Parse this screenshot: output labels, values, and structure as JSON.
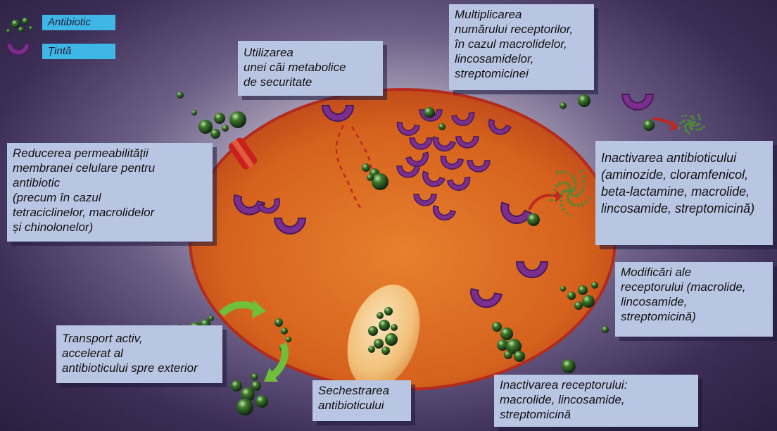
{
  "legend": {
    "antibiotic_label": "Antibiotic",
    "target_label": "Țintă"
  },
  "labels": {
    "metabolic_path": [
      "Utilizarea",
      "unei căi metabolice",
      "de securitate"
    ],
    "receptor_multiplication": [
      "Multiplicarea",
      "numărului receptorilor,",
      "în cazul macrolidelor,",
      "lincosamidelor,",
      "streptomicinei"
    ],
    "permeability": [
      "Reducerea permeabilității",
      "membranei celulare pentru",
      "antibiotic",
      "(precum în cazul",
      "tetraciclinelor, macrolidelor",
      "și chinolonelor)"
    ],
    "inactivation_antibiotic": [
      "Inactivarea antibioticului",
      "(aminozide, cloramfenicol,",
      "beta-lactamine, macrolide,",
      "lincosamide, streptomicină)"
    ],
    "receptor_modification": [
      "Modificări ale",
      "receptorului  (macrolide,",
      "lincosamide,",
      "streptomicină)"
    ],
    "active_transport": [
      "Transport activ,",
      "accelerat al",
      "antibioticului spre exterior"
    ],
    "sequestration": [
      "Sechestrarea",
      "antibioticului"
    ],
    "receptor_inactivation": [
      "Inactivarea receptorului:",
      "macrolide, lincosamide,",
      "streptomicină"
    ]
  },
  "colors": {
    "legend_bg": "#3fb7e6",
    "label_bg": "#b9c6e3",
    "cell_fill": "#d8641e",
    "cell_border": "#b42b1e",
    "target": "#7a2f8f",
    "antibiotic": "#2f5a22",
    "arrow_red": "#c0281e",
    "arrow_green": "#6fbf3a"
  }
}
